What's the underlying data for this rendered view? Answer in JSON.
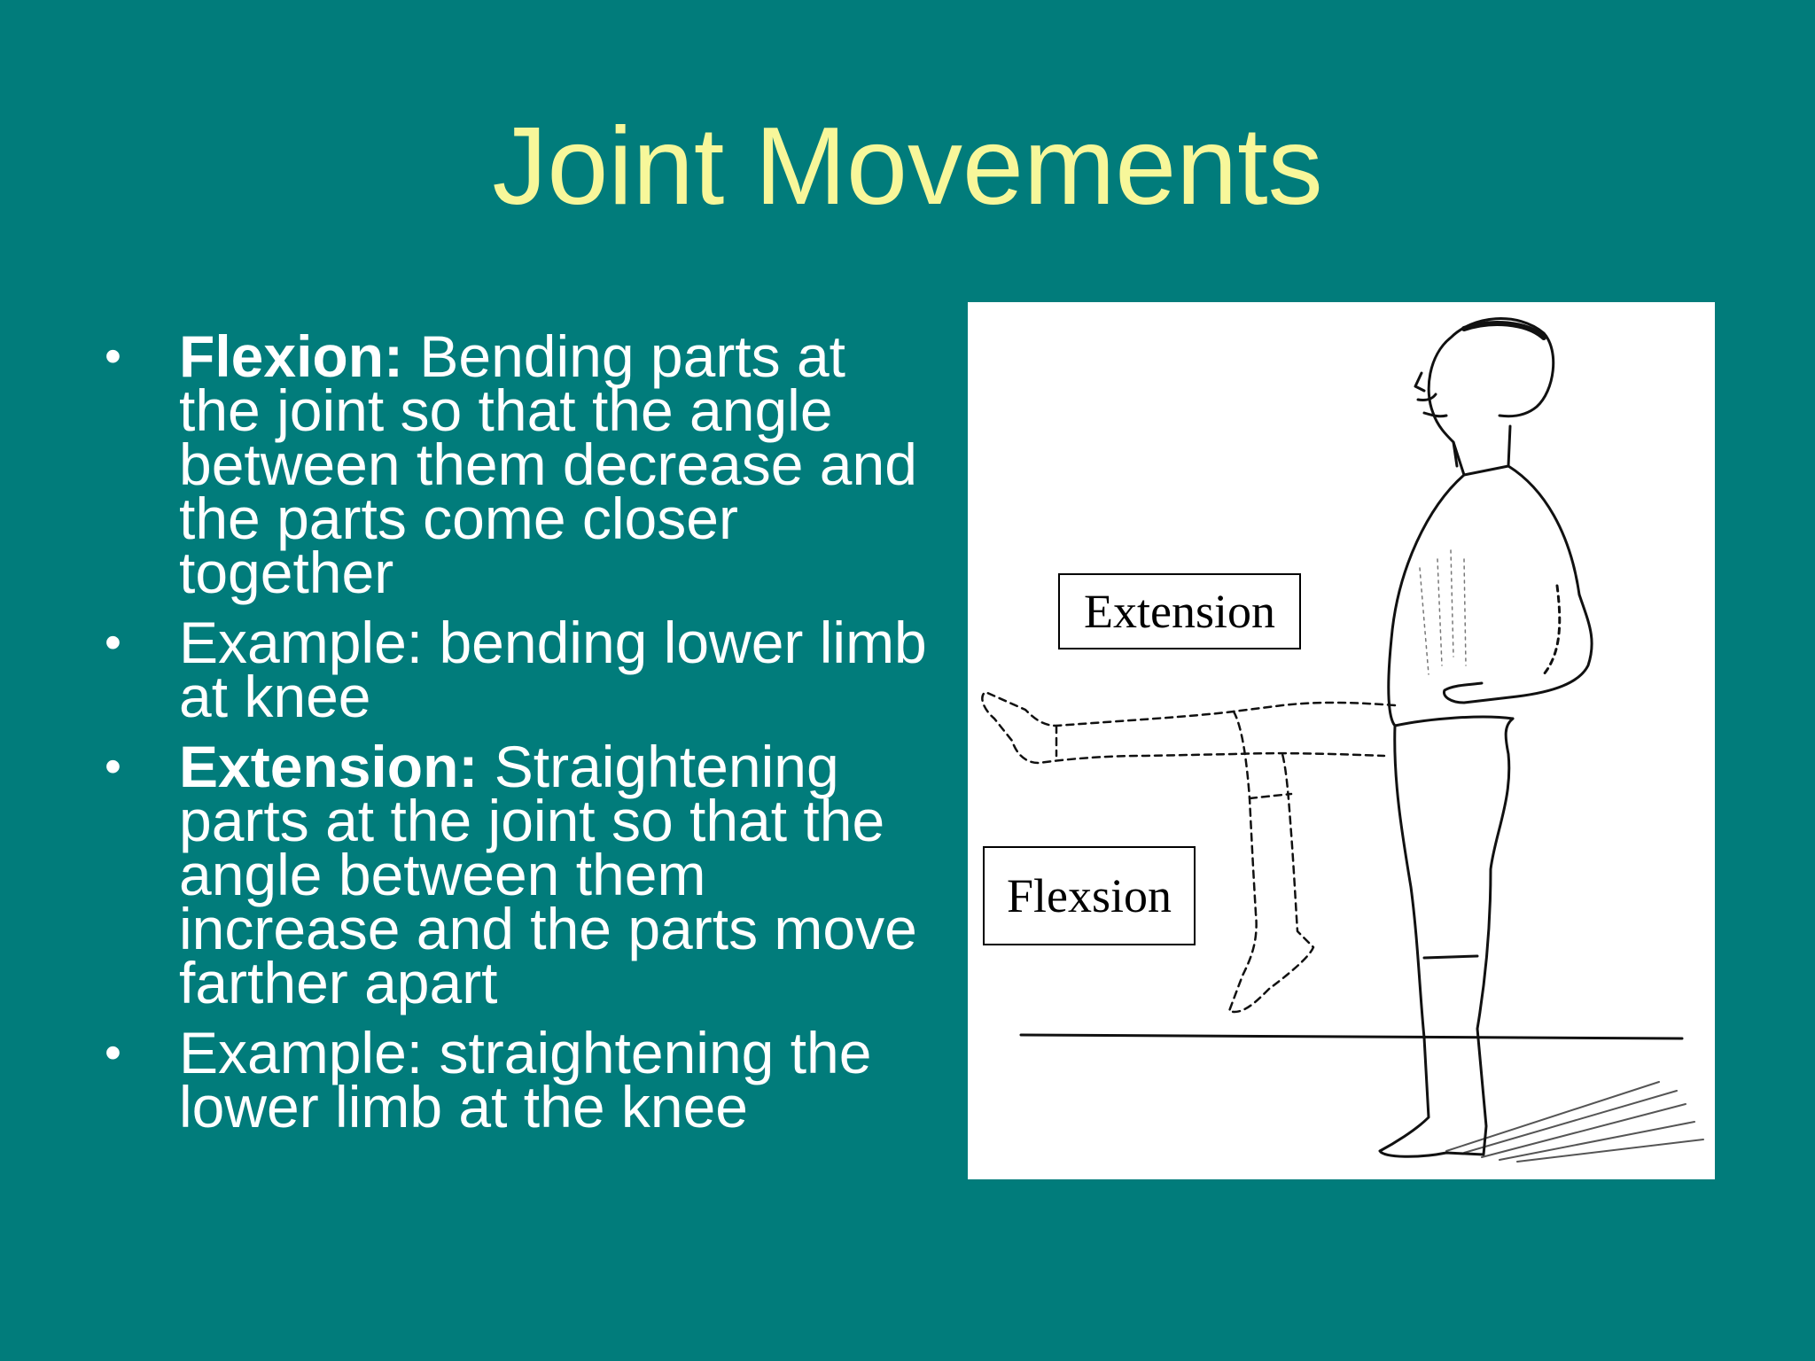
{
  "slide": {
    "title": "Joint Movements",
    "bullets": [
      {
        "term": "Flexion:",
        "text": " Bending parts at the joint so that the angle between them decrease and the parts come closer together"
      },
      {
        "term": "",
        "text": "Example: bending lower limb at knee"
      },
      {
        "term": "Extension:",
        "text": " Straightening parts at the joint so that the angle between them increase and the parts move farther apart"
      },
      {
        "term": "",
        "text": "Example: straightening the lower limb at the knee"
      }
    ],
    "bullet_symbol": "•",
    "figure": {
      "label_extension": "Extension",
      "label_flexion": "Flexsion"
    }
  },
  "colors": {
    "background": "#017c7b",
    "title": "#f7f79a",
    "body_text": "#ffffff",
    "figure_bg": "#ffffff"
  }
}
